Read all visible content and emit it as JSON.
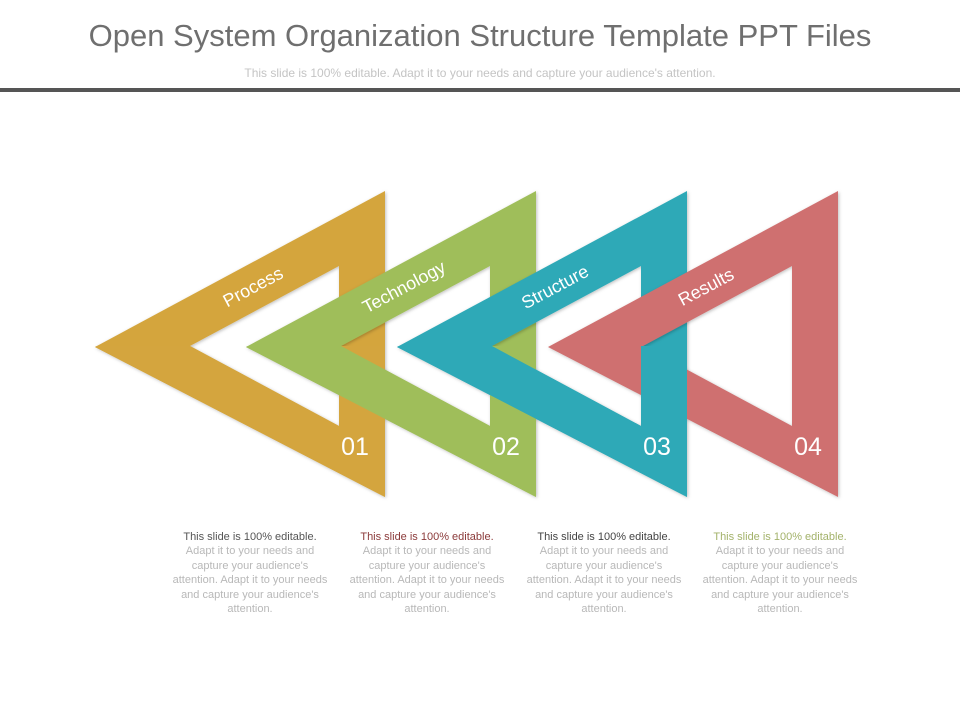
{
  "header": {
    "title": "Open System Organization Structure Template PPT Files",
    "subtitle": "This slide is 100% editable. Adapt it to your needs and capture your audience's attention."
  },
  "steps": [
    {
      "label": "Process",
      "number": "01",
      "color": "#d4a53e",
      "lead": "This slide is 100% editable.",
      "lead_color": "#555555",
      "body": "Adapt it to your needs and capture your audience's attention. Adapt it to your needs and capture your audience's attention."
    },
    {
      "label": "Technology",
      "number": "02",
      "color": "#9fbe5a",
      "lead": "This slide is 100% editable.",
      "lead_color": "#8b3a3a",
      "body": "Adapt it to your needs and capture your audience's attention. Adapt it to your needs and capture your audience's attention."
    },
    {
      "label": "Structure",
      "number": "03",
      "color": "#2ea9b7",
      "lead": "This slide is 100% editable.",
      "lead_color": "#444444",
      "body": "Adapt it to your needs and capture your audience's attention. Adapt it to your needs and capture your audience's attention."
    },
    {
      "label": "Results",
      "number": "04",
      "color": "#cf6f6f",
      "lead": "This slide is 100% editable.",
      "lead_color": "#a3b26a",
      "body": "Adapt it to your needs and capture your audience's attention. Adapt it to your needs and capture your audience's attention."
    }
  ]
}
